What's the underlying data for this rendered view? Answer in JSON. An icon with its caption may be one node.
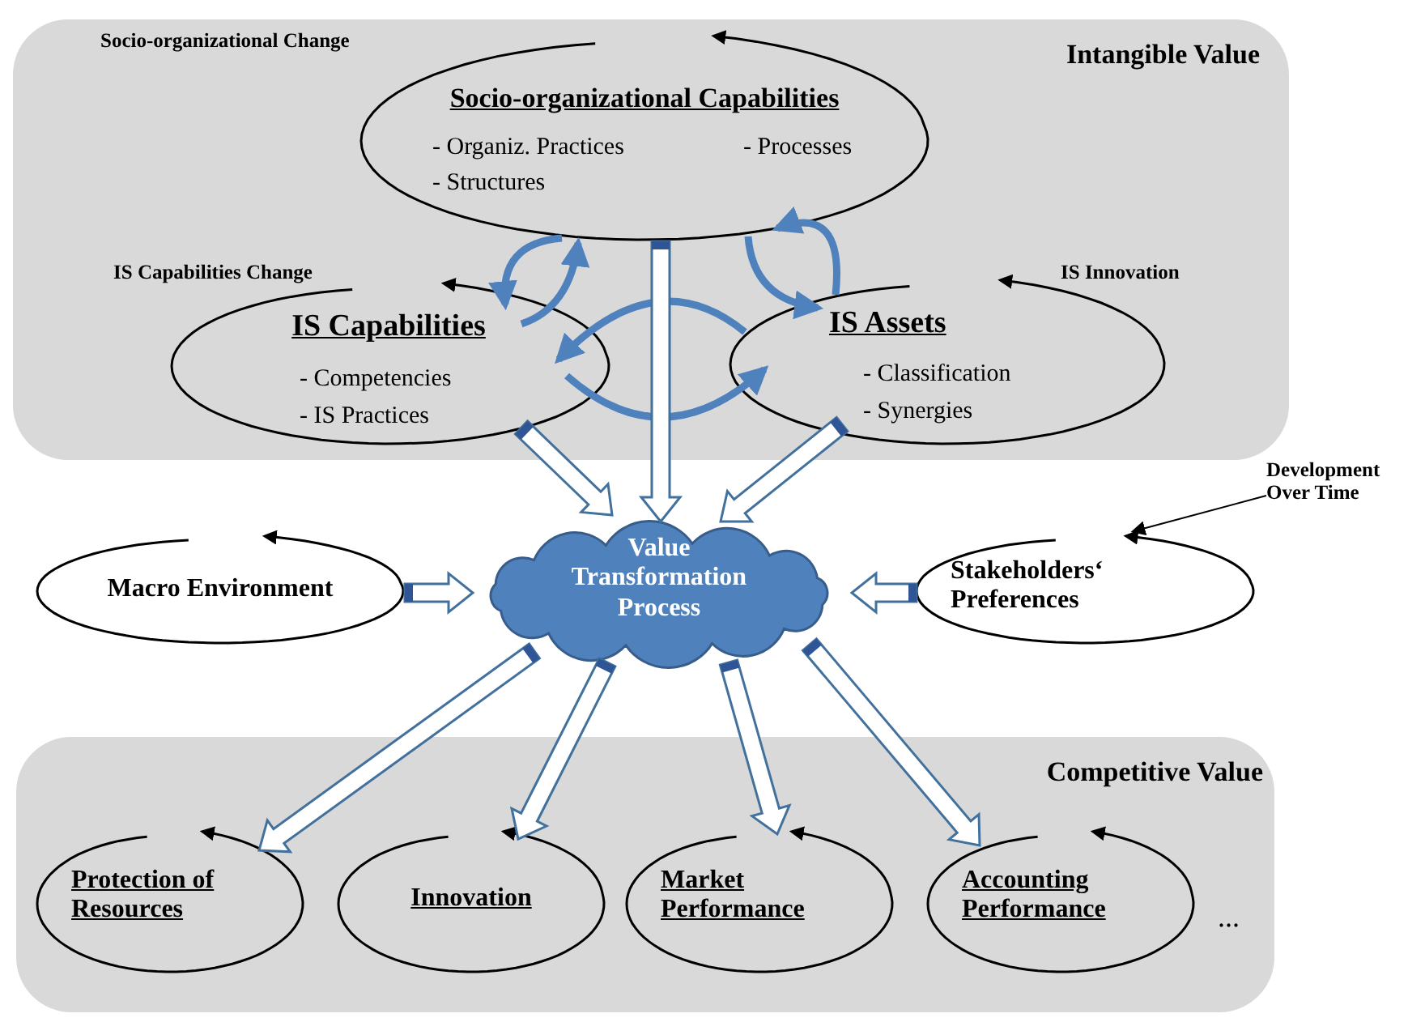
{
  "diagram": {
    "nodes": [
      {
        "text": [
          "Intangible Value"
        ]
      },
      {
        "text": [
          "Socio-organizational Capabilities",
          "- Organiz. Practices",
          "- Processes",
          "- Structures"
        ],
        "beside": [
          "Socio-organizational Change"
        ],
        "in": 0
      },
      {
        "text": [
          "IS Capabilities",
          "- Competencies",
          "- IS Practices"
        ],
        "beside": [
          "IS Capabilities Change"
        ],
        "in": 0
      },
      {
        "text": [
          "IS Assets",
          "- Classification",
          "- Synergies"
        ],
        "beside": [
          "IS Innovation"
        ],
        "in": 0
      },
      {
        "text": [
          "Macro Environment"
        ]
      },
      {
        "text": [
          "Value Transformation Process"
        ]
      },
      {
        "text": [
          "Stakeholders‘ Preferences"
        ]
      },
      {
        "text": [
          "Development Over Time"
        ]
      },
      {
        "text": [
          "Competitive Value"
        ]
      },
      {
        "text": [
          "Protection of Resources"
        ],
        "in": 8
      },
      {
        "text": [
          "Innovation"
        ],
        "in": 8
      },
      {
        "text": [
          "Market Performance"
        ],
        "in": 8
      },
      {
        "text": [
          "Accounting Performance"
        ],
        "in": 8
      }
    ],
    "edges": [
      {
        "from": 1,
        "to": 2,
        "arrow": "to"
      },
      {
        "from": 2,
        "to": 1,
        "arrow": "to"
      },
      {
        "from": 1,
        "to": 3,
        "arrow": "to"
      },
      {
        "from": 3,
        "to": 1,
        "arrow": "to"
      },
      {
        "from": 3,
        "to": 2,
        "arrow": "to"
      },
      {
        "from": 2,
        "to": 3,
        "arrow": "to"
      },
      {
        "from": 2,
        "to": 5,
        "arrow": "to",
        "style": "thick"
      },
      {
        "from": 1,
        "to": 5,
        "arrow": "to",
        "style": "thick"
      },
      {
        "from": 3,
        "to": 5,
        "arrow": "to",
        "style": "thick"
      },
      {
        "from": 4,
        "to": 5,
        "arrow": "to",
        "style": "thick"
      },
      {
        "from": 6,
        "to": 5,
        "arrow": "to",
        "style": "thick"
      },
      {
        "from": 5,
        "to": 9,
        "arrow": "to",
        "style": "thick"
      },
      {
        "from": 5,
        "to": 10,
        "arrow": "to",
        "style": "thick"
      },
      {
        "from": 5,
        "to": 11,
        "arrow": "to",
        "style": "thick"
      },
      {
        "from": 5,
        "to": 12,
        "arrow": "to",
        "style": "thick"
      },
      {
        "from": 7,
        "to": 6,
        "arrow": "to",
        "color": "#000000"
      }
    ],
    "labels": [
      "..."
    ]
  }
}
